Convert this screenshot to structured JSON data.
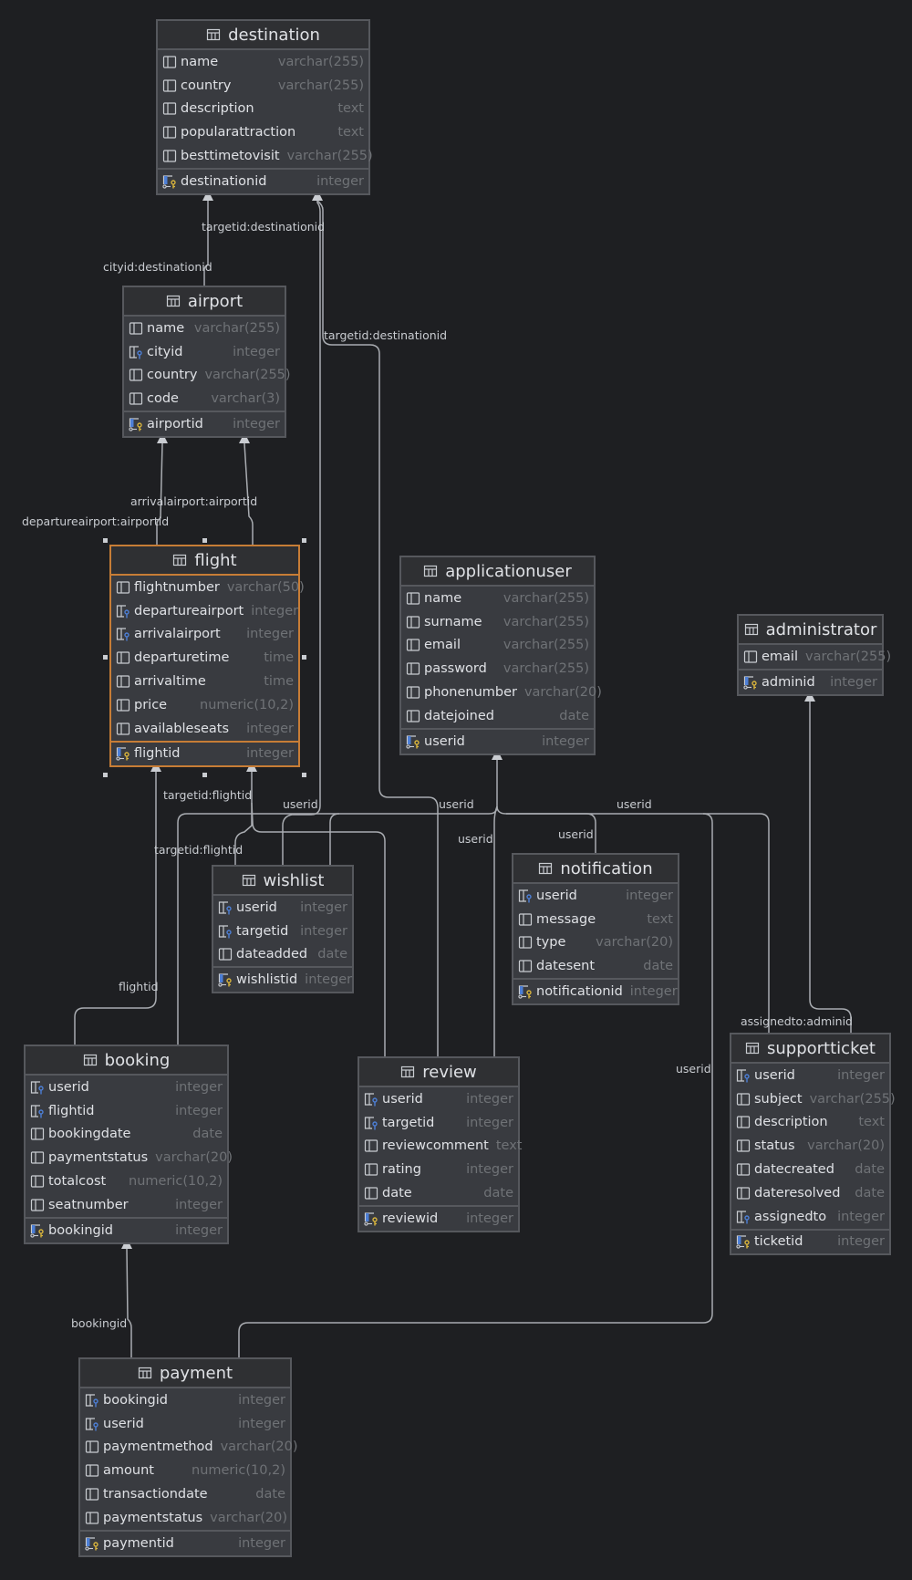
{
  "colors": {
    "background": "#1e1f22",
    "table_body": "#393b40",
    "table_header": "#2f3033",
    "border": "#56585d",
    "selected_border": "#c77d36",
    "type_text": "#6f7276",
    "fk_accent": "#4d7fd6",
    "pk_key": "#d8b43c"
  },
  "tables": {
    "destination": {
      "name": "destination",
      "columns": [
        {
          "name": "name",
          "type": "varchar(255)",
          "kind": "column"
        },
        {
          "name": "country",
          "type": "varchar(255)",
          "kind": "column"
        },
        {
          "name": "description",
          "type": "text",
          "kind": "column"
        },
        {
          "name": "popularattraction",
          "type": "text",
          "kind": "column"
        },
        {
          "name": "besttimetovisit",
          "type": "varchar(255)",
          "kind": "column"
        }
      ],
      "pk": {
        "name": "destinationid",
        "type": "integer"
      }
    },
    "airport": {
      "name": "airport",
      "columns": [
        {
          "name": "name",
          "type": "varchar(255)",
          "kind": "column"
        },
        {
          "name": "cityid",
          "type": "integer",
          "kind": "fk"
        },
        {
          "name": "country",
          "type": "varchar(255)",
          "kind": "column"
        },
        {
          "name": "code",
          "type": "varchar(3)",
          "kind": "column"
        }
      ],
      "pk": {
        "name": "airportid",
        "type": "integer"
      }
    },
    "flight": {
      "name": "flight",
      "columns": [
        {
          "name": "flightnumber",
          "type": "varchar(50)",
          "kind": "column"
        },
        {
          "name": "departureairport",
          "type": "integer",
          "kind": "fk"
        },
        {
          "name": "arrivalairport",
          "type": "integer",
          "kind": "fk"
        },
        {
          "name": "departuretime",
          "type": "time",
          "kind": "column"
        },
        {
          "name": "arrivaltime",
          "type": "time",
          "kind": "column"
        },
        {
          "name": "price",
          "type": "numeric(10,2)",
          "kind": "column"
        },
        {
          "name": "availableseats",
          "type": "integer",
          "kind": "column"
        }
      ],
      "pk": {
        "name": "flightid",
        "type": "integer"
      }
    },
    "applicationuser": {
      "name": "applicationuser",
      "columns": [
        {
          "name": "name",
          "type": "varchar(255)",
          "kind": "column"
        },
        {
          "name": "surname",
          "type": "varchar(255)",
          "kind": "column"
        },
        {
          "name": "email",
          "type": "varchar(255)",
          "kind": "column"
        },
        {
          "name": "password",
          "type": "varchar(255)",
          "kind": "column"
        },
        {
          "name": "phonenumber",
          "type": "varchar(20)",
          "kind": "column"
        },
        {
          "name": "datejoined",
          "type": "date",
          "kind": "column"
        }
      ],
      "pk": {
        "name": "userid",
        "type": "integer"
      }
    },
    "administrator": {
      "name": "administrator",
      "columns": [
        {
          "name": "email",
          "type": "varchar(255)",
          "kind": "column"
        }
      ],
      "pk": {
        "name": "adminid",
        "type": "integer"
      }
    },
    "wishlist": {
      "name": "wishlist",
      "columns": [
        {
          "name": "userid",
          "type": "integer",
          "kind": "fk"
        },
        {
          "name": "targetid",
          "type": "integer",
          "kind": "fk"
        },
        {
          "name": "dateadded",
          "type": "date",
          "kind": "column"
        }
      ],
      "pk": {
        "name": "wishlistid",
        "type": "integer"
      }
    },
    "notification": {
      "name": "notification",
      "columns": [
        {
          "name": "userid",
          "type": "integer",
          "kind": "fk"
        },
        {
          "name": "message",
          "type": "text",
          "kind": "column"
        },
        {
          "name": "type",
          "type": "varchar(20)",
          "kind": "column"
        },
        {
          "name": "datesent",
          "type": "date",
          "kind": "column"
        }
      ],
      "pk": {
        "name": "notificationid",
        "type": "integer"
      }
    },
    "booking": {
      "name": "booking",
      "columns": [
        {
          "name": "userid",
          "type": "integer",
          "kind": "fk"
        },
        {
          "name": "flightid",
          "type": "integer",
          "kind": "fk"
        },
        {
          "name": "bookingdate",
          "type": "date",
          "kind": "column"
        },
        {
          "name": "paymentstatus",
          "type": "varchar(20)",
          "kind": "column"
        },
        {
          "name": "totalcost",
          "type": "numeric(10,2)",
          "kind": "column"
        },
        {
          "name": "seatnumber",
          "type": "integer",
          "kind": "column"
        }
      ],
      "pk": {
        "name": "bookingid",
        "type": "integer"
      }
    },
    "review": {
      "name": "review",
      "columns": [
        {
          "name": "userid",
          "type": "integer",
          "kind": "fk"
        },
        {
          "name": "targetid",
          "type": "integer",
          "kind": "fk"
        },
        {
          "name": "reviewcomment",
          "type": "text",
          "kind": "column"
        },
        {
          "name": "rating",
          "type": "integer",
          "kind": "column"
        },
        {
          "name": "date",
          "type": "date",
          "kind": "column"
        }
      ],
      "pk": {
        "name": "reviewid",
        "type": "integer"
      }
    },
    "supportticket": {
      "name": "supportticket",
      "columns": [
        {
          "name": "userid",
          "type": "integer",
          "kind": "fk"
        },
        {
          "name": "subject",
          "type": "varchar(255)",
          "kind": "column"
        },
        {
          "name": "description",
          "type": "text",
          "kind": "column"
        },
        {
          "name": "status",
          "type": "varchar(20)",
          "kind": "column"
        },
        {
          "name": "datecreated",
          "type": "date",
          "kind": "column"
        },
        {
          "name": "dateresolved",
          "type": "date",
          "kind": "column"
        },
        {
          "name": "assignedto",
          "type": "integer",
          "kind": "fk"
        }
      ],
      "pk": {
        "name": "ticketid",
        "type": "integer"
      }
    },
    "payment": {
      "name": "payment",
      "columns": [
        {
          "name": "bookingid",
          "type": "integer",
          "kind": "fk"
        },
        {
          "name": "userid",
          "type": "integer",
          "kind": "fk"
        },
        {
          "name": "paymentmethod",
          "type": "varchar(20)",
          "kind": "column"
        },
        {
          "name": "amount",
          "type": "numeric(10,2)",
          "kind": "column"
        },
        {
          "name": "transactiondate",
          "type": "date",
          "kind": "column"
        },
        {
          "name": "paymentstatus",
          "type": "varchar(20)",
          "kind": "column"
        }
      ],
      "pk": {
        "name": "paymentid",
        "type": "integer"
      }
    }
  },
  "relation_labels": {
    "wishlist_dest": "targetid:destinationid",
    "airport_dest": "cityid:destinationid",
    "review_dest": "targetid:destinationid",
    "flight_arr": "arrivalairport:airportid",
    "flight_dep": "departureairport:airportid",
    "wishlist_flight": "targetid:flightid",
    "review_flight": "targetid:flightid",
    "wishlist_user": "userid",
    "booking_user": "userid",
    "review_user": "userid",
    "notification_user": "userid",
    "support_user": "userid",
    "payment_user": "userid",
    "booking_flight": "flightid",
    "support_admin": "assignedto:adminid",
    "payment_booking": "bookingid"
  }
}
